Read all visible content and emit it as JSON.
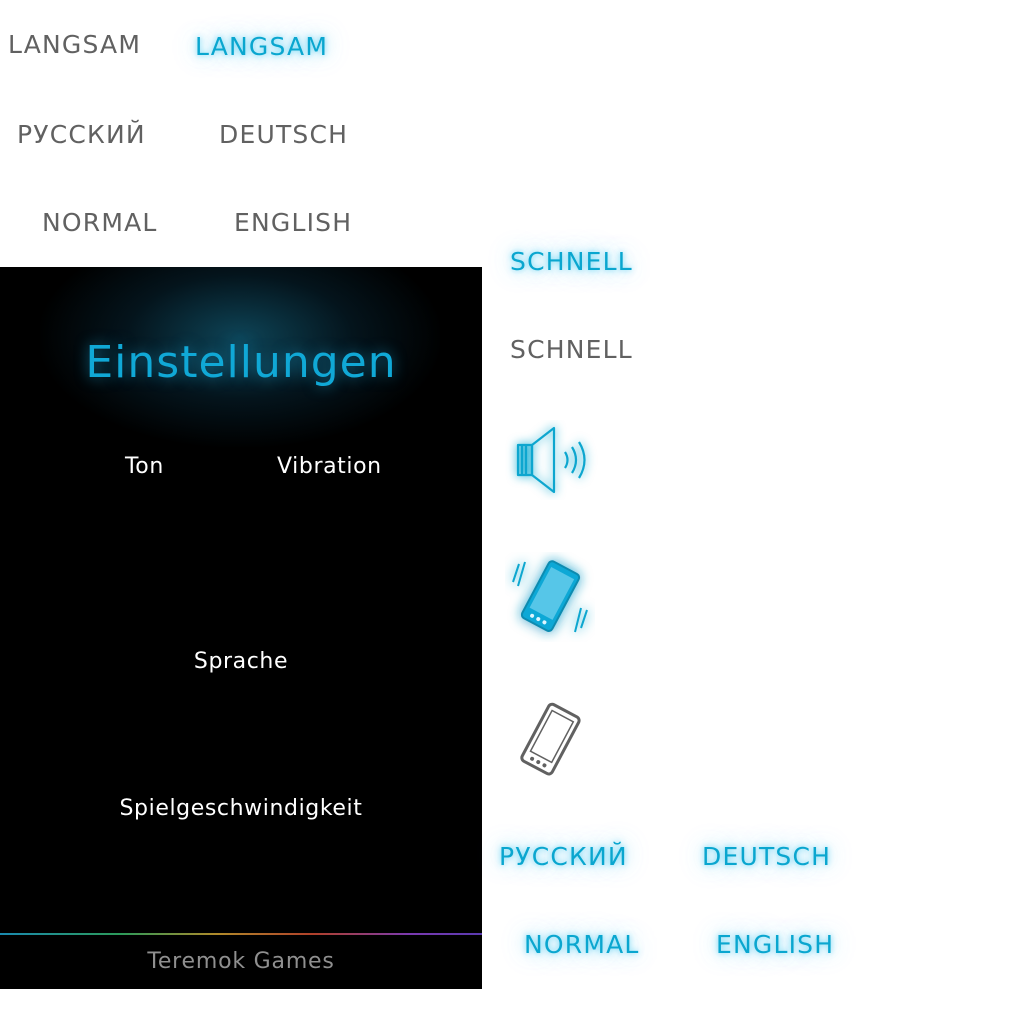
{
  "sprites": {
    "slow_gray": "LANGSAM",
    "slow_glow": "LANGSAM",
    "russian_gray": "РУССКИЙ",
    "german_gray": "DEUTSCH",
    "normal_gray": "NORMAL",
    "english_gray": "ENGLISH",
    "fast_glow": "SCHNELL",
    "fast_gray": "SCHNELL",
    "russian_glow": "РУССКИЙ",
    "german_glow": "DEUTSCH",
    "normal_glow": "NORMAL",
    "english_glow": "ENGLISH"
  },
  "settings": {
    "title": "Einstellungen",
    "sound_label": "Ton",
    "vibration_label": "Vibration",
    "language_label": "Sprache",
    "speed_label": "Spielgeschwindigkeit",
    "footer": "Teremok Games"
  },
  "icons": {
    "sound_on": "speaker-icon",
    "vibration_on": "vibrating-phone-icon",
    "vibration_off": "phone-icon"
  },
  "colors": {
    "accent": "#0aa6cf",
    "inactive": "#616161",
    "panel_background": "#000000",
    "label": "#ffffff",
    "footer": "#8f8f8f"
  }
}
